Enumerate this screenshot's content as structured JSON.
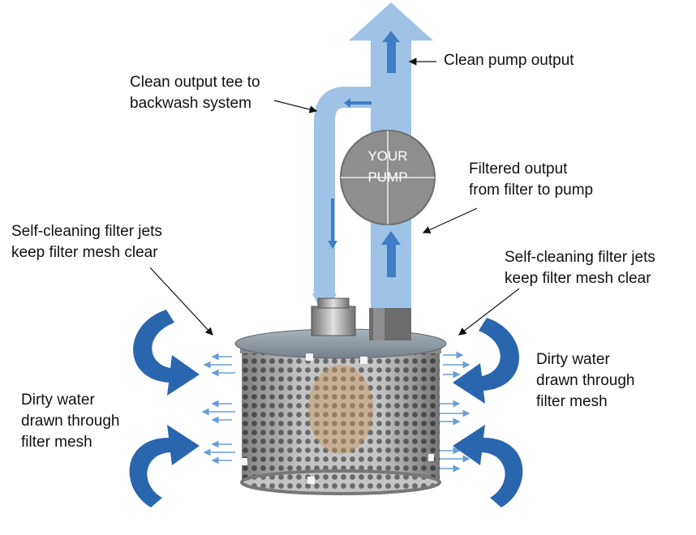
{
  "labels": {
    "clean_pump_output": "Clean pump output",
    "clean_output_tee": [
      "Clean output tee to",
      "backwash system"
    ],
    "filtered_output": [
      "Filtered output",
      "from filter to pump"
    ],
    "self_cleaning_left": [
      "Self-cleaning filter jets",
      "keep filter mesh clear"
    ],
    "self_cleaning_right": [
      "Self-cleaning filter jets",
      "keep filter mesh clear"
    ],
    "dirty_water_left": [
      "Dirty water",
      "drawn through",
      "filter mesh"
    ],
    "dirty_water_right": [
      "Dirty water",
      "drawn through",
      "filter mesh"
    ]
  },
  "pump": {
    "line1": "YOUR",
    "line2": "PUMP"
  },
  "colors": {
    "clean_pipe": "#9fc3e6",
    "flow_arrow": "#3f7ec4",
    "pump_disc": "#8e8e8e",
    "intake_arrow": "#2a66ad",
    "jet_arrow": "#6b9fd4",
    "filter_mesh": "#b8b8b8"
  }
}
